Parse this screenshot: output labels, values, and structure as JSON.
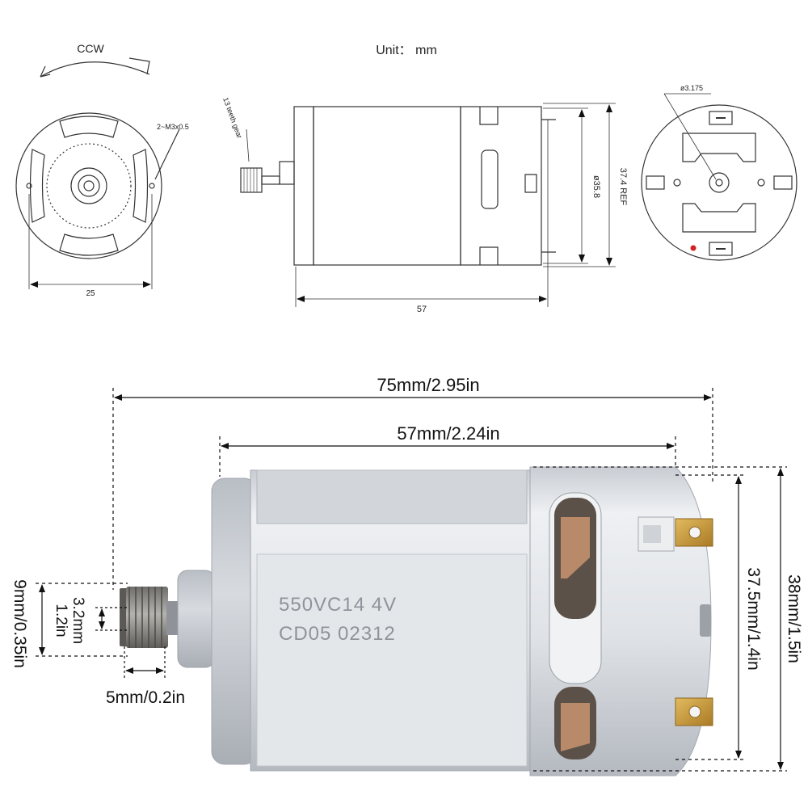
{
  "tech_drawing": {
    "unit_label": "Unit： mm",
    "rotation_label": "CCW",
    "mount_screws": "2~M3x0.5",
    "mount_spacing": "25",
    "gear_note": "13 teeth gear",
    "body_length": "57",
    "body_diameter": "ø35.8",
    "ref_diameter": "37.4 REF",
    "shaft_diameter": "ø3.175"
  },
  "photo_dims": {
    "total_length": "75mm/2.95in",
    "body_length": "57mm/2.24in",
    "gear_height": "9mm/0.35in",
    "shaft_dia": "3.2mm\n1.2in",
    "shaft_dia_line1": "3.2mm",
    "shaft_dia_line2": "1.2in",
    "gear_width": "5mm/0.2in",
    "body_height": "37.5mm/1.4in",
    "overall_height": "38mm/1.5in"
  },
  "motor_label": {
    "line1": "550VC14 4V",
    "line2": "CD05  02312"
  },
  "colors": {
    "line": "#333333",
    "dim_line": "#111111",
    "can_body": "#dfe2e6",
    "can_shadow": "#b9bec5",
    "gear_metal": "#8a8a86",
    "terminal_brass": "#c99b3c",
    "polarity_dot": "#d42020"
  }
}
